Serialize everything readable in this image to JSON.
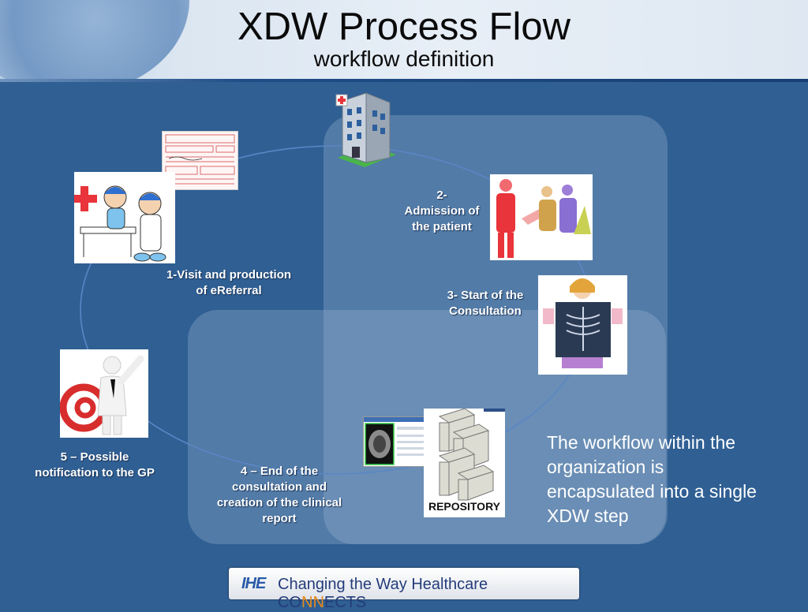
{
  "header": {
    "title": "XDW Process Flow",
    "subtitle": "workflow definition"
  },
  "steps": [
    {
      "id": "1",
      "line1": "1-Visit and production",
      "line2": "of eReferral"
    },
    {
      "id": "2",
      "line1": "2-",
      "line2": "Admission of",
      "line3": "the patient"
    },
    {
      "id": "3",
      "line1": "3- Start of the",
      "line2": "Consultation"
    },
    {
      "id": "4",
      "line1": "4 – End of the",
      "line2": "consultation and",
      "line3": "creation of the clinical",
      "line4": "report"
    },
    {
      "id": "5",
      "line1": "5 – Possible",
      "line2": "notification to the GP"
    }
  ],
  "note": {
    "text": "The workflow within the organization is encapsulated into a single XDW step"
  },
  "repository": {
    "label": "REPOSITORY"
  },
  "footer": {
    "logo": "IHE",
    "text_main": "Changing the Way Healthcare ",
    "text_co": "CO",
    "text_nn": "NN",
    "text_ects": "ECTS"
  },
  "colors": {
    "background": "#2f5f93",
    "flow_line": "#5b86c5",
    "panel": "#a0b9d4",
    "label_text": "#ffffff",
    "accent_red": "#e8343a",
    "accent_orange": "#e78a1b"
  }
}
